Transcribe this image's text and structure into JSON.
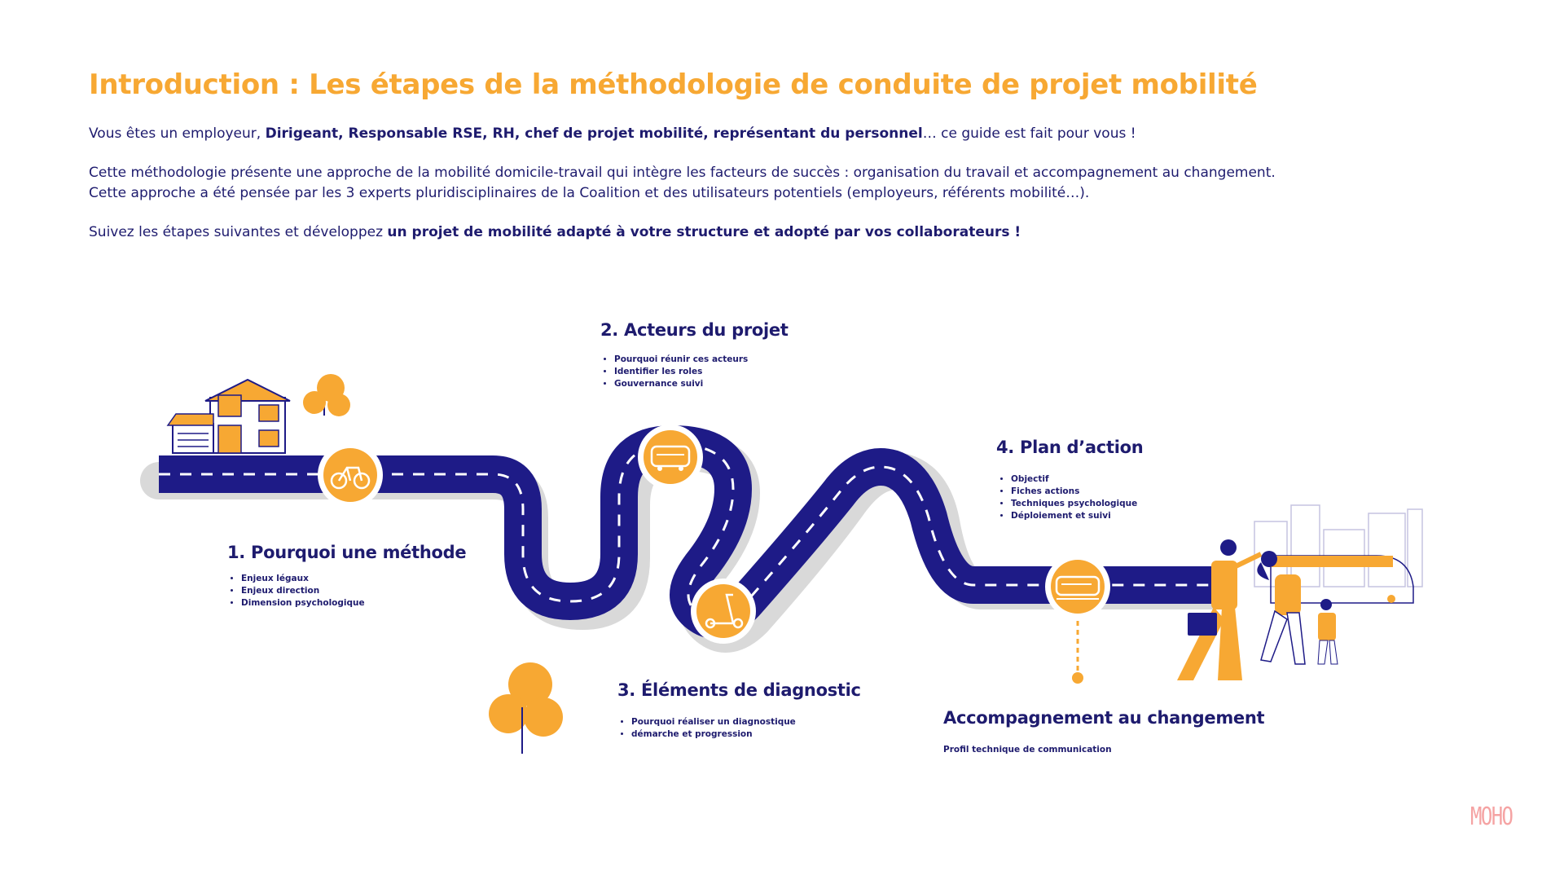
{
  "title": "Introduction : Les étapes de la méthodologie de conduite de projet mobilité",
  "intro": {
    "p1_start": "Vous êtes un employeur, ",
    "p1_bold": "Dirigeant, Responsable RSE, RH, chef de projet mobilité, représentant du personnel",
    "p1_end": "… ce guide est fait pour vous !",
    "p2": "Cette méthodologie présente une approche de la mobilité domicile-travail qui intègre les facteurs de succès : organisation du travail et accompagnement au changement.",
    "p3": "Cette approche a été pensée par les 3 experts pluridisciplinaires de la Coalition et des utilisateurs potentiels (employeurs, référents mobilité…).",
    "p4_start": "Suivez les étapes suivantes et développez ",
    "p4_bold": "un projet de mobilité adapté à votre structure et adopté par vos collaborateurs !"
  },
  "steps": [
    {
      "title": "1. Pourquoi une méthode",
      "icon": "bicycle-icon",
      "bullets": [
        "Enjeux légaux",
        "Enjeux direction",
        "Dimension psychologique"
      ]
    },
    {
      "title": "2. Acteurs du projet",
      "icon": "bus-icon",
      "bullets": [
        "Pourquoi réunir ces acteurs",
        "Identifier les roles",
        "Gouvernance suivi"
      ]
    },
    {
      "title": "3. Éléments de diagnostic",
      "icon": "scooter-icon",
      "bullets": [
        "Pourquoi réaliser un diagnostique",
        "démarche et progression"
      ]
    },
    {
      "title": "4. Plan d’action",
      "icon": "train-icon",
      "bullets": [
        "Objectif",
        "Fiches actions",
        "Techniques psychologique",
        "Déploiement et suivi"
      ]
    }
  ],
  "support": {
    "title": "Accompagnement au changement",
    "note": "Profil technique de communication"
  },
  "logo": "MOHO",
  "colors": {
    "accent": "#f7a833",
    "road": "#1e1b87",
    "text": "#1e1b6e",
    "logo": "#f5a3a3"
  }
}
